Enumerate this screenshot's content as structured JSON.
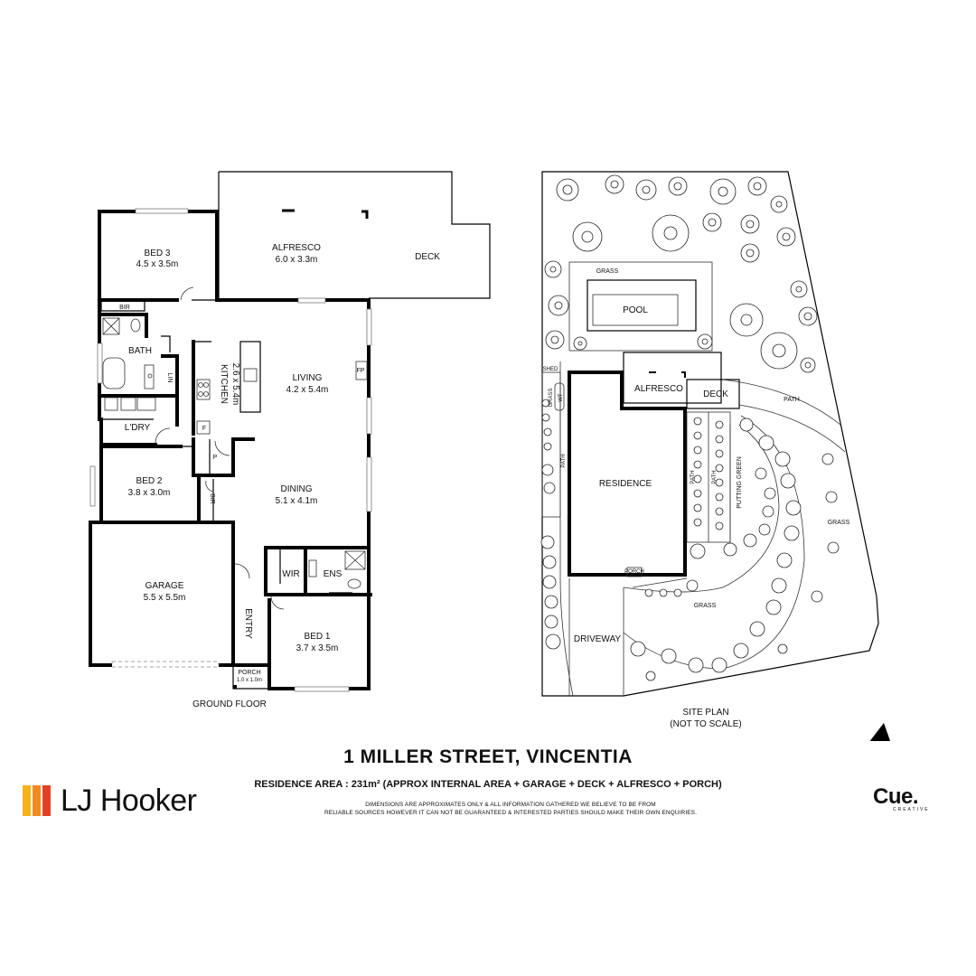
{
  "floor_plan": {
    "caption": "GROUND FLOOR",
    "rooms": [
      {
        "id": "bed3",
        "name": "BED 3",
        "dims": "4.5 x 3.5m"
      },
      {
        "id": "alfresco",
        "name": "ALFRESCO",
        "dims": "6.0 x 3.3m"
      },
      {
        "id": "deck",
        "name": "DECK"
      },
      {
        "id": "bir_top",
        "name": "BIR"
      },
      {
        "id": "bath",
        "name": "BATH"
      },
      {
        "id": "lin",
        "name": "LIN"
      },
      {
        "id": "kitchen",
        "name": "KITCHEN",
        "dims": "2.6 x 5.4m"
      },
      {
        "id": "living",
        "name": "LIVING",
        "dims": "4.2 x 5.4m"
      },
      {
        "id": "fp",
        "name": "FP"
      },
      {
        "id": "fridge",
        "name": "F"
      },
      {
        "id": "pantry",
        "name": "P"
      },
      {
        "id": "ldry",
        "name": "L'DRY"
      },
      {
        "id": "bed2",
        "name": "BED 2",
        "dims": "3.8 x 3.0m"
      },
      {
        "id": "bir_mid",
        "name": "BIR"
      },
      {
        "id": "dining",
        "name": "DINING",
        "dims": "5.1 x 4.1m"
      },
      {
        "id": "garage",
        "name": "GARAGE",
        "dims": "5.5 x 5.5m"
      },
      {
        "id": "wir",
        "name": "WIR"
      },
      {
        "id": "ens",
        "name": "ENS"
      },
      {
        "id": "entry",
        "name": "ENTRY"
      },
      {
        "id": "bed1",
        "name": "BED 1",
        "dims": "3.7 x 3.5m"
      },
      {
        "id": "porch",
        "name": "PORCH",
        "dims": "1.0 x 1.0m"
      }
    ]
  },
  "site_plan": {
    "caption_line1": "SITE PLAN",
    "caption_line2": "(NOT TO SCALE)",
    "labels": {
      "grass_top": "GRASS",
      "pool": "POOL",
      "shed": "SHED",
      "grass_side": "GRASS",
      "wt": "WT",
      "path_left": "PATH",
      "alfresco": "ALFRESCO",
      "deck": "DECK",
      "path_top": "PATH",
      "residence": "RESIDENCE",
      "path_a": "PATH",
      "path_b": "PATH",
      "putting_green": "PUTTING GREEN",
      "grass_right": "GRASS",
      "porch": "PORCH",
      "grass_bottom": "GRASS",
      "driveway": "DRIVEWAY"
    },
    "north": "N"
  },
  "footer": {
    "title": "1 MILLER STREET, VINCENTIA",
    "area_line": "RESIDENCE AREA :  231m²  (APPROX INTERNAL AREA + GARAGE + DECK + ALFRESCO + PORCH)",
    "disclaimer_line1": "DIMENSIONS ARE APPROXIMATES ONLY & ALL INFORMATION GATHERED WE BELIEVE TO BE FROM",
    "disclaimer_line2": "RELIABLE SOURCES HOWEVER IT CAN NOT BE GUARANTEED & INTERESTED PARTIES SHOULD MAKE THEIR OWN ENQUIRIES."
  },
  "logos": {
    "lj_text": "LJ Hooker",
    "lj_colors": [
      "#f7b21a",
      "#f38a1e",
      "#e53f25"
    ],
    "cue_text": "Cue.",
    "cue_sub": "CREATIVE"
  }
}
